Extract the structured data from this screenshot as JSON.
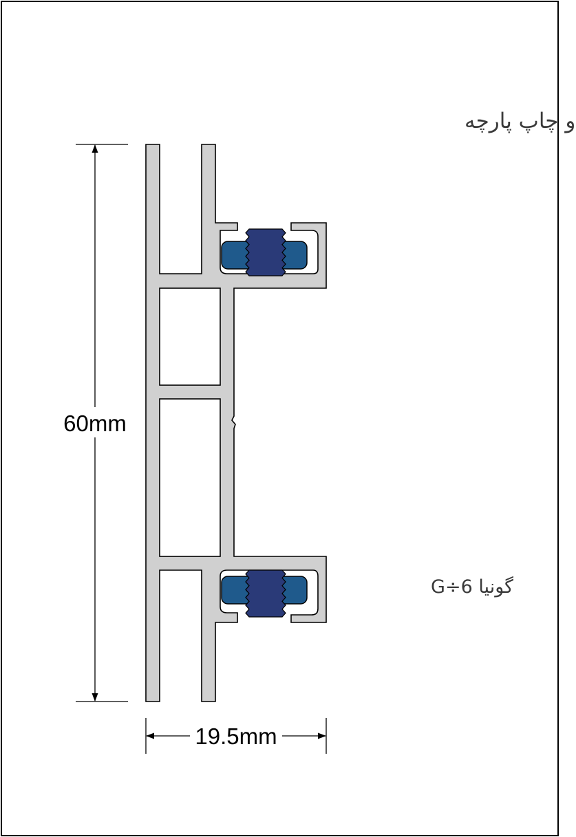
{
  "title": "شیار نوار دور دوزی و چاپ پارچه",
  "side_label": "گونیا 6÷G",
  "dimensions": {
    "height": "60mm",
    "width": "19.5mm"
  },
  "colors": {
    "profile": "#d0d0d0",
    "outline": "#000000",
    "gasket": "#1f5a8c",
    "screw": "#2a3a78",
    "frame": "#000000",
    "background": "#ffffff"
  }
}
